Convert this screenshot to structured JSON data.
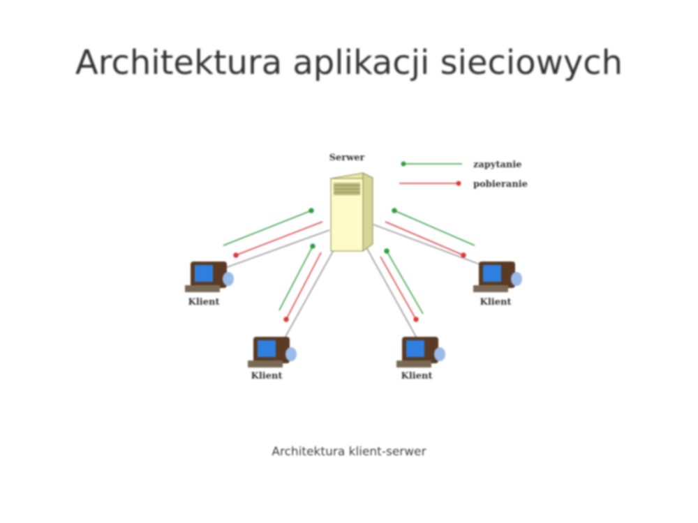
{
  "slide": {
    "title": "Architektura aplikacji sieciowych",
    "caption": "Architektura klient-serwer"
  },
  "diagram": {
    "server_label": "Serwer",
    "client_label": "Klient",
    "clients": [
      {
        "label": "Klient",
        "position": "left"
      },
      {
        "label": "Klient",
        "position": "bottom-left"
      },
      {
        "label": "Klient",
        "position": "bottom-right"
      },
      {
        "label": "Klient",
        "position": "right"
      }
    ],
    "legend": [
      {
        "label": "zapytanie",
        "color": "#2e9e3e",
        "direction": "to-server"
      },
      {
        "label": "pobieranie",
        "color": "#d93a3a",
        "direction": "to-client"
      }
    ],
    "colors": {
      "server_body": "#fdfcc8",
      "monitor_screen": "#2f7fe0",
      "monitor_case": "#5a3a22",
      "link_line": "#aaaaaa"
    }
  }
}
